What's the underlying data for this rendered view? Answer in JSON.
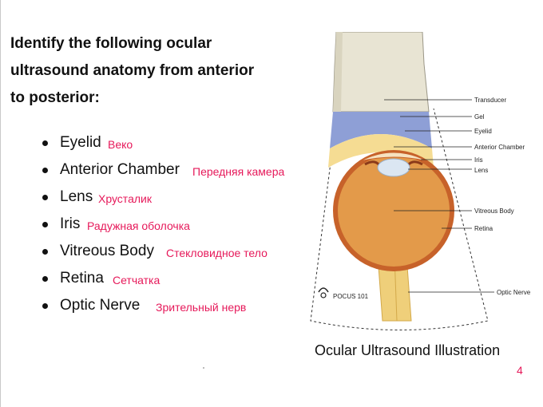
{
  "slide": {
    "heading_lines": [
      "Identify the following ocular",
      "ultrasound anatomy from anterior",
      "to posterior:"
    ],
    "items": [
      {
        "en": "Eyelid",
        "ru": "Веко"
      },
      {
        "en": "Anterior Chamber",
        "ru": "Передняя камера"
      },
      {
        "en": "Lens",
        "ru": "Хрусталик"
      },
      {
        "en": "Iris",
        "ru": "Радужная оболочка"
      },
      {
        "en": "Vitreous Body",
        "ru": "Стекловидное тело"
      },
      {
        "en": "Retina",
        "ru": "Сетчатка"
      },
      {
        "en": "Optic Nerve",
        "ru": "Зрительный нерв"
      }
    ],
    "caption": "Ocular Ultrasound Illustration",
    "page_number": "4"
  },
  "diagram": {
    "labels": {
      "transducer": "Transducer",
      "gel": "Gel",
      "eyelid": "Eyelid",
      "anterior_chamber": "Anterior Chamber",
      "iris": "Iris",
      "lens": "Lens",
      "vitreous_body": "Vitreous Body",
      "retina": "Retina",
      "optic_nerve": "Optic Nerve"
    },
    "logo_text": "POCUS 101"
  },
  "colors": {
    "accent_pink": "#e6195a",
    "transducer": "#e8e4d3",
    "gel": "#8e9fd6",
    "eyelid": "#f5dc93",
    "globe": "#e39a4a",
    "globe_rim": "#c7622a",
    "optic_nerve": "#efcf7a"
  }
}
